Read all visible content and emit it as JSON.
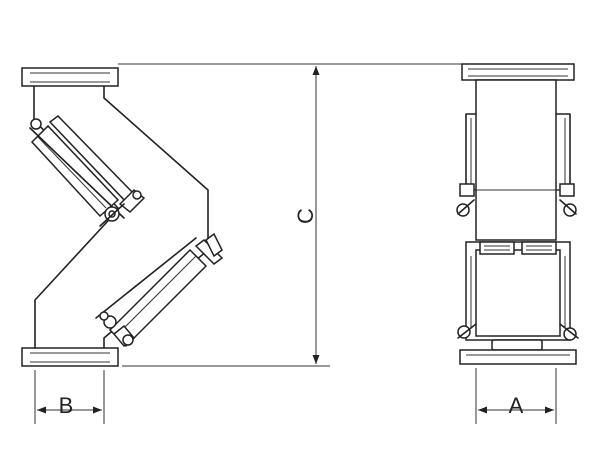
{
  "dimensions": {
    "height_label": "C",
    "left_width_label": "B",
    "right_width_label": "A"
  }
}
